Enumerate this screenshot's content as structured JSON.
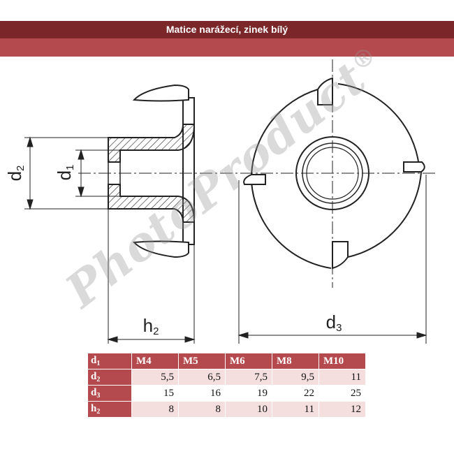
{
  "header": {
    "title": "Matice narážecí, zinek bílý",
    "band_color": "#7b2629",
    "accent_color": "#b54a4e"
  },
  "labels": {
    "d2": {
      "main": "d",
      "sub": "2"
    },
    "d1": {
      "main": "d",
      "sub": "1"
    },
    "h2": {
      "main": "h",
      "sub": "2"
    },
    "d3": {
      "main": "d",
      "sub": "3"
    }
  },
  "watermark": {
    "text": "PhotoProduct",
    "mark": "®"
  },
  "table": {
    "header": {
      "label": "d",
      "sub": "1",
      "sizes": [
        "M4",
        "M5",
        "M6",
        "M8",
        "M10"
      ]
    },
    "rows": [
      {
        "label": "d",
        "sub": "2",
        "values": [
          "5,5",
          "6,5",
          "7,5",
          "9,5",
          "11"
        ]
      },
      {
        "label": "d",
        "sub": "3",
        "values": [
          "15",
          "16",
          "19",
          "22",
          "25"
        ]
      },
      {
        "label": "h",
        "sub": "2",
        "values": [
          "8",
          "8",
          "10",
          "11",
          "12"
        ]
      }
    ]
  }
}
